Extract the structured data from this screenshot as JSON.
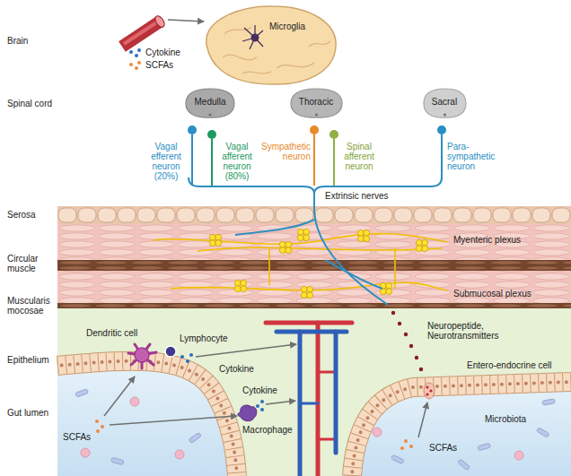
{
  "diagram": {
    "nodes": [
      {
        "text": [
          "Microglia"
        ]
      },
      {
        "text": [
          "Medulla"
        ]
      },
      {
        "text": [
          "Thoracic"
        ]
      },
      {
        "text": [
          "Sacral"
        ]
      }
    ],
    "labels": [
      "Brain",
      "Cytokine",
      "SCFAs",
      "Spinal cord",
      "Vagal efferent neuron (20%)",
      "Vagal afferent neuron (80%)",
      "Sympathetic neuron",
      "Spinal afferent neuron",
      "Para-sympathetic neuron",
      "Extrinsic nerves",
      "Serosa",
      "Myenteric plexus",
      "Circular muscle",
      "Submucosal plexus",
      "Muscularis mocosae",
      "Neuropeptide, Neurotransmitters",
      "Dendritic cell",
      "Lymphocyte",
      "Epithelium",
      "Cytokine",
      "Entero-endocrine cell",
      "Cytokine",
      "Gut lumen",
      "Macrophage",
      "Microbiota",
      "SCFAs",
      "SCFAs"
    ]
  }
}
